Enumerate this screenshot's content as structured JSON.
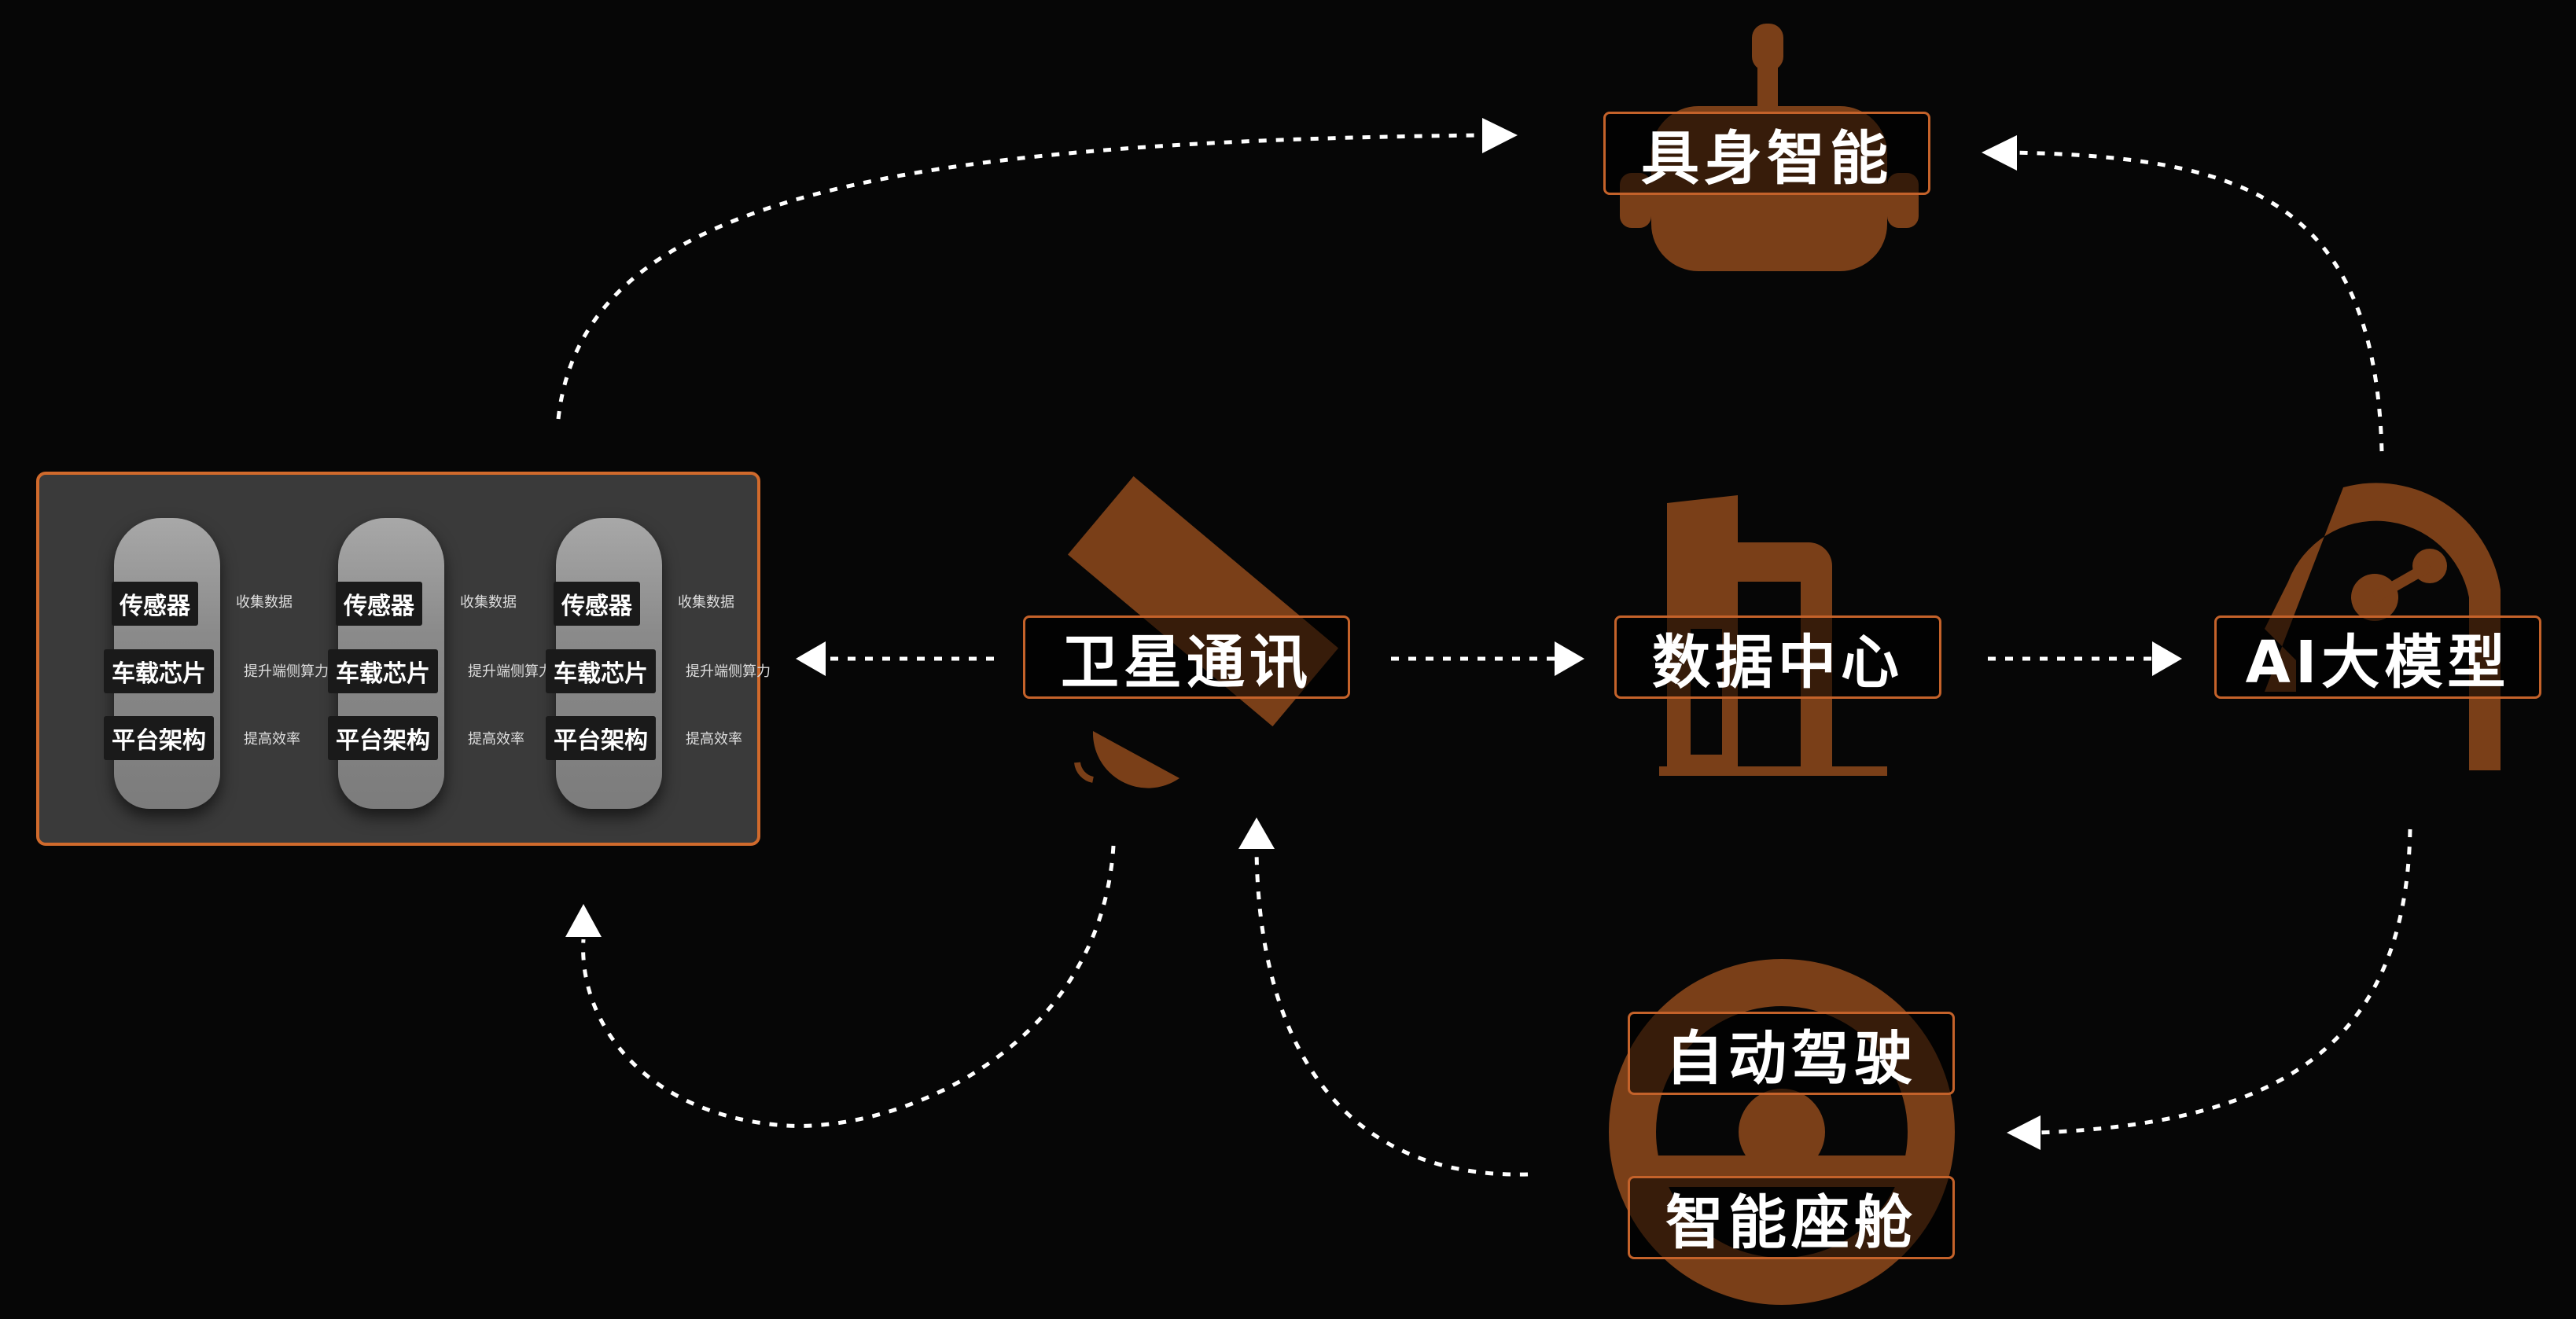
{
  "nodes": {
    "embodied": "具身智能",
    "satellite": "卫星通讯",
    "datacenter": "数据中心",
    "ai_model": "AI大模型",
    "autodrive": "自动驾驶",
    "cockpit": "智能座舱"
  },
  "cars": [
    {
      "sensor": "传感器",
      "sensor_note": "收集数据",
      "chip": "车载芯片",
      "chip_note": "提升端侧算力",
      "platform": "平台架构",
      "platform_note": "提高效率"
    },
    {
      "sensor": "传感器",
      "sensor_note": "收集数据",
      "chip": "车载芯片",
      "chip_note": "提升端侧算力",
      "platform": "平台架构",
      "platform_note": "提高效率"
    },
    {
      "sensor": "传感器",
      "sensor_note": "收集数据",
      "chip": "车载芯片",
      "chip_note": "提升端侧算力",
      "platform": "平台架构",
      "platform_note": "提高效率"
    }
  ],
  "colors": {
    "accent": "#d06a2c",
    "icon": "#7a3f18",
    "background": "#060606"
  }
}
